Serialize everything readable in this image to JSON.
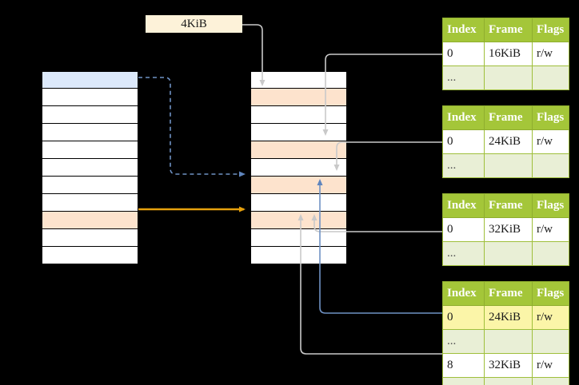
{
  "diagram": {
    "title_box": {
      "label": "4KiB"
    },
    "page_table_columns": [
      "Index",
      "Frame",
      "Flags"
    ],
    "ellipsis": "...",
    "colors": {
      "header_green": "#a4c639",
      "ellipsis_row": "#e9efd6",
      "highlight_yellow": "#fbf5a8",
      "peach_row": "#fde3cd",
      "blue_row": "#dce9fb",
      "kbox_bg": "#fdf2d9",
      "orange_arrow": "#e8a00c",
      "blue_arrow": "#6f92c4",
      "gray_arrow": "#c8c8c8"
    },
    "left_column": {
      "name": "virtual-address-space",
      "row_count": 11,
      "rows": [
        {
          "index": 0,
          "fill": "blue",
          "label": ""
        },
        {
          "index": 1,
          "fill": "white",
          "label": ""
        },
        {
          "index": 2,
          "fill": "white",
          "label": ""
        },
        {
          "index": 3,
          "fill": "white",
          "label": ""
        },
        {
          "index": 4,
          "fill": "white",
          "label": ""
        },
        {
          "index": 5,
          "fill": "white",
          "label": ""
        },
        {
          "index": 6,
          "fill": "white",
          "label": ""
        },
        {
          "index": 7,
          "fill": "white",
          "label": ""
        },
        {
          "index": 8,
          "fill": "peach",
          "label": ""
        },
        {
          "index": 9,
          "fill": "white",
          "label": ""
        },
        {
          "index": 10,
          "fill": "white",
          "label": ""
        }
      ]
    },
    "middle_column": {
      "name": "physical-memory",
      "row_count": 11,
      "rows": [
        {
          "index": 0,
          "fill": "white",
          "label": ""
        },
        {
          "index": 1,
          "fill": "peach",
          "label": ""
        },
        {
          "index": 2,
          "fill": "white",
          "label": ""
        },
        {
          "index": 3,
          "fill": "white",
          "label": ""
        },
        {
          "index": 4,
          "fill": "peach",
          "label": ""
        },
        {
          "index": 5,
          "fill": "white",
          "label": ""
        },
        {
          "index": 6,
          "fill": "peach",
          "label": ""
        },
        {
          "index": 7,
          "fill": "white",
          "label": ""
        },
        {
          "index": 8,
          "fill": "peach",
          "label": ""
        },
        {
          "index": 9,
          "fill": "white",
          "label": ""
        },
        {
          "index": 10,
          "fill": "white",
          "label": ""
        }
      ]
    },
    "tables": [
      {
        "name": "page-table-1",
        "headers": [
          "Index",
          "Frame",
          "Flags"
        ],
        "rows": [
          {
            "cells": [
              "0",
              "16KiB",
              "r/w"
            ],
            "style": "normal"
          },
          {
            "cells": [
              "...",
              "",
              ""
            ],
            "style": "ellipsis"
          }
        ]
      },
      {
        "name": "page-table-2",
        "headers": [
          "Index",
          "Frame",
          "Flags"
        ],
        "rows": [
          {
            "cells": [
              "0",
              "24KiB",
              "r/w"
            ],
            "style": "normal"
          },
          {
            "cells": [
              "...",
              "",
              ""
            ],
            "style": "ellipsis"
          }
        ]
      },
      {
        "name": "page-table-3",
        "headers": [
          "Index",
          "Frame",
          "Flags"
        ],
        "rows": [
          {
            "cells": [
              "0",
              "32KiB",
              "r/w"
            ],
            "style": "normal"
          },
          {
            "cells": [
              "...",
              "",
              ""
            ],
            "style": "ellipsis"
          }
        ]
      },
      {
        "name": "page-table-4",
        "headers": [
          "Index",
          "Frame",
          "Flags"
        ],
        "rows": [
          {
            "cells": [
              "0",
              "24KiB",
              "r/w"
            ],
            "style": "highlight"
          },
          {
            "cells": [
              "...",
              "",
              ""
            ],
            "style": "ellipsis"
          },
          {
            "cells": [
              "8",
              "32KiB",
              "r/w"
            ],
            "style": "normal"
          },
          {
            "cells": [
              "...",
              "",
              ""
            ],
            "style": "ellipsis"
          }
        ]
      }
    ]
  }
}
